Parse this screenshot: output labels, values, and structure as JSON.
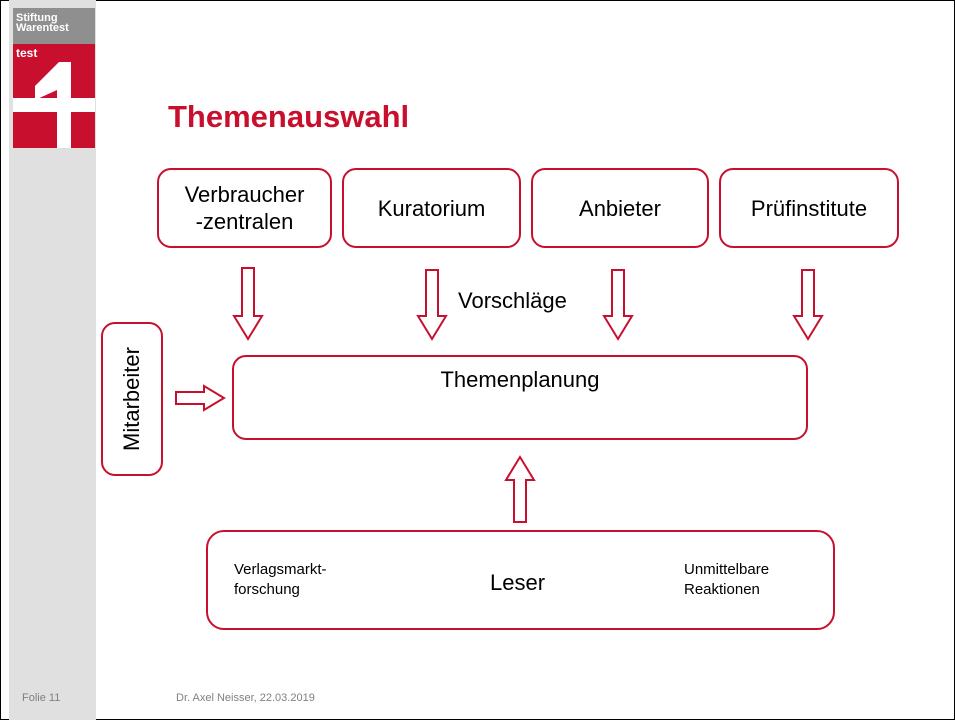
{
  "logo": {
    "line1": "Stiftung",
    "line2": "Warentest",
    "line3": "test"
  },
  "title": "Themenauswahl",
  "sources": [
    "Verbraucher\n-zentralen",
    "Kuratorium",
    "Anbieter",
    "Prüfinstitute"
  ],
  "suggestions_label": "Vorschläge",
  "planning_label": "Themenplanung",
  "staff_label": "Mitarbeiter",
  "reader": {
    "left": "Verlagsmarkt-\nforschung",
    "center": "Leser",
    "right": "Unmittelbare\nReaktionen"
  },
  "footer": {
    "slide": "Folie 11",
    "author": "Dr. Axel Neisser, 22.03.2019"
  },
  "colors": {
    "accent": "#c8102e",
    "sidebar": "#e0e0e0"
  }
}
